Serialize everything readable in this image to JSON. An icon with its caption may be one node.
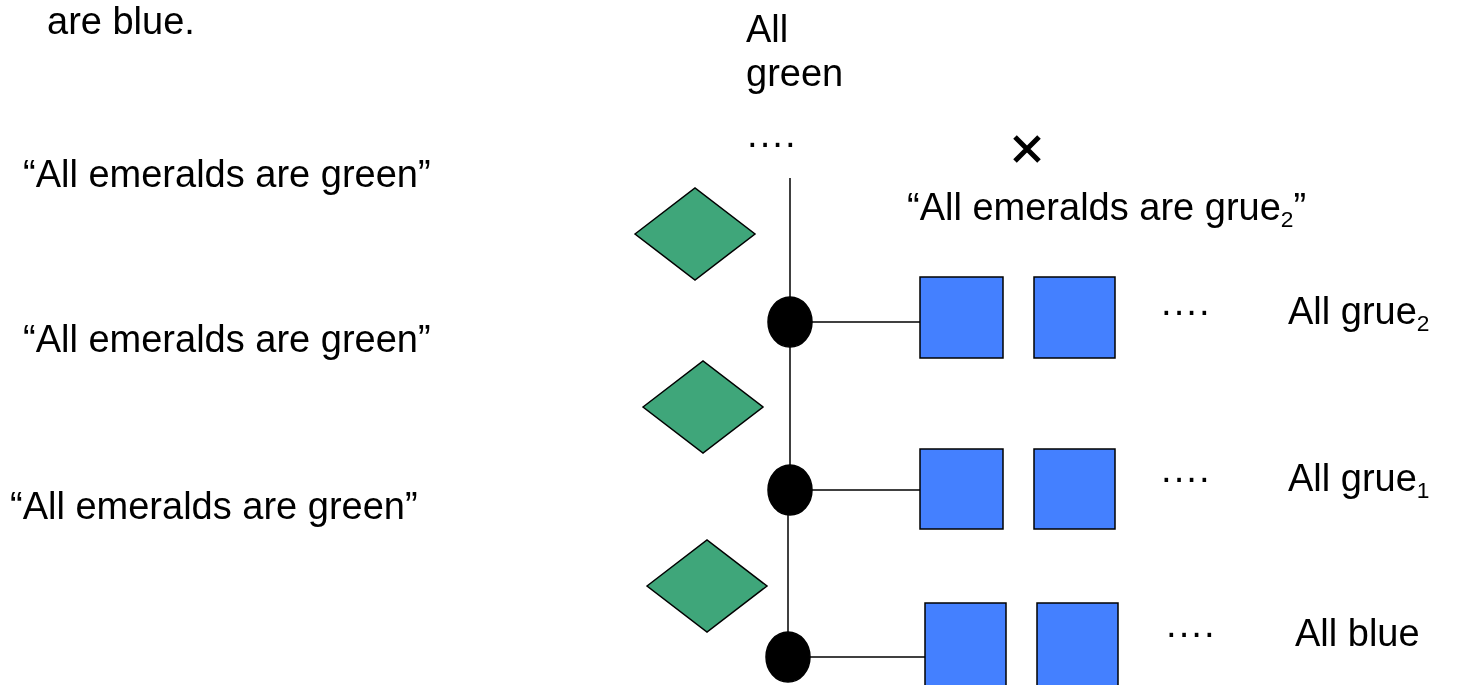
{
  "diagram": {
    "nodes": [
      {
        "text": [
          "All green",
          "····"
        ]
      },
      {
        "text": [],
        "shape": "circle"
      },
      {
        "text": [],
        "shape": "circle"
      },
      {
        "text": [],
        "shape": "circle"
      },
      {
        "text": [],
        "shape": "diamond"
      },
      {
        "text": [],
        "shape": "diamond"
      },
      {
        "text": [],
        "shape": "diamond"
      },
      {
        "text": [],
        "shape": "box"
      },
      {
        "text": [],
        "shape": "box"
      },
      {
        "text": [],
        "shape": "box"
      },
      {
        "text": [],
        "shape": "box"
      },
      {
        "text": [],
        "shape": "box"
      },
      {
        "text": [],
        "shape": "box"
      }
    ],
    "edges": [
      {
        "from": 0,
        "to": 1,
        "arrow": "none"
      },
      {
        "from": 1,
        "to": 2,
        "arrow": "none"
      },
      {
        "from": 2,
        "to": 3,
        "arrow": "none"
      },
      {
        "from": 1,
        "to": 7,
        "arrow": "none"
      },
      {
        "from": 2,
        "to": 9,
        "arrow": "none"
      },
      {
        "from": 3,
        "to": 11,
        "arrow": "none"
      }
    ],
    "labels": [
      "are blue.",
      "“All emeralds are green”",
      "“All emeralds are grue$_{2}$”",
      "“All emeralds are green”",
      "····",
      "All grue$_{2}$",
      "“All emeralds are green”",
      "····",
      "All grue$_{1}$",
      "····",
      "All blue"
    ]
  }
}
